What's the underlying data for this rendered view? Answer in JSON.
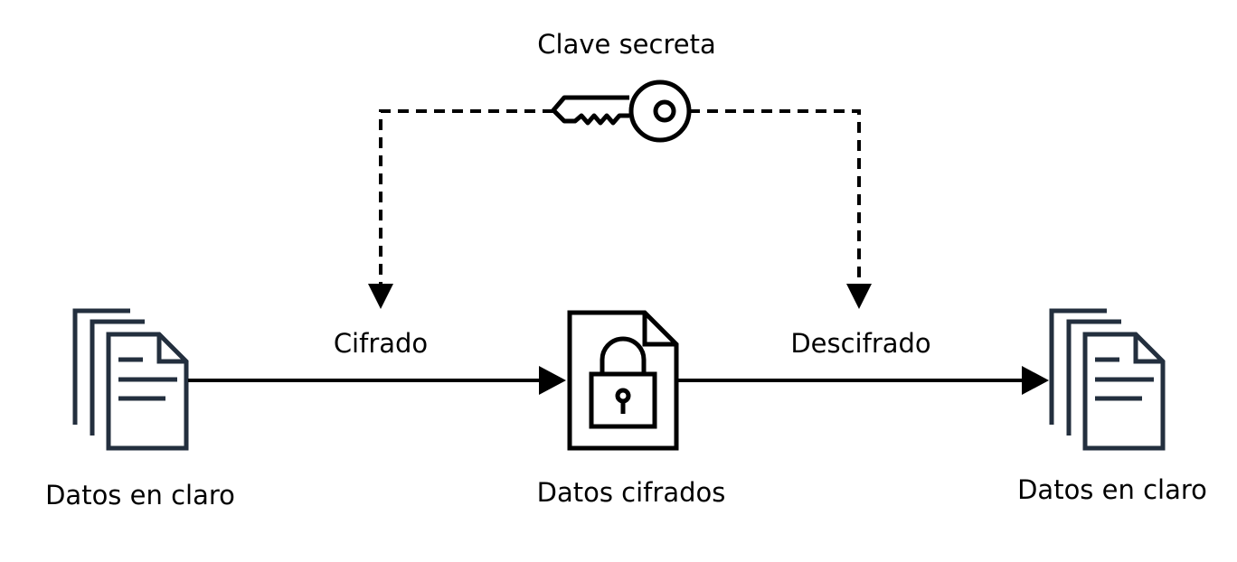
{
  "title": "Clave secreta",
  "nodes": {
    "plaintext_left": "Datos en claro",
    "ciphertext": "Datos cifrados",
    "plaintext_right": "Datos en claro"
  },
  "edges": {
    "encrypt": "Cifrado",
    "decrypt": "Descifrado"
  },
  "icons": {
    "documents": "documents-icon",
    "locked_file": "locked-file-icon",
    "key": "key-icon"
  },
  "colors": {
    "icon": "#232f3e",
    "line": "#000000"
  }
}
